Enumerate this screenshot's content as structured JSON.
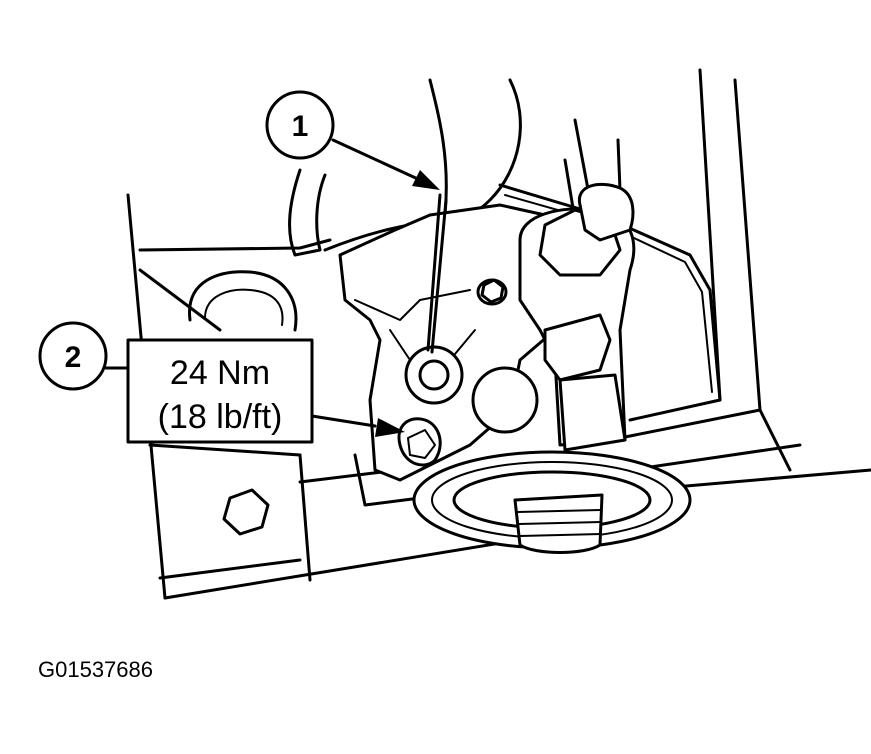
{
  "callouts": [
    {
      "number": "1"
    },
    {
      "number": "2"
    }
  ],
  "torque_spec": {
    "line1": "24 Nm",
    "line2": "(18 lb/ft)"
  },
  "figure_code": "G01537686",
  "colors": {
    "ink": "#000000",
    "paper": "#ffffff"
  }
}
